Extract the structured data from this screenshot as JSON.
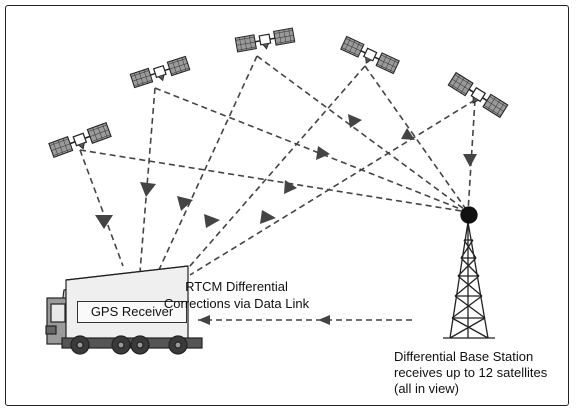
{
  "receiver": {
    "label": "GPS Receiver"
  },
  "data_link": {
    "line1": "RTCM Differential",
    "line2": "Corrections via Data Link"
  },
  "base_station": {
    "line1": "Differential Base Station",
    "line2": "receives up to 12 satellites",
    "line3": "(all in view)"
  },
  "colors": {
    "line": "#444444",
    "ink": "#111111",
    "panel": "#8a8a8a"
  },
  "icons": [
    "satellite-icon",
    "truck-icon",
    "tower-icon"
  ]
}
